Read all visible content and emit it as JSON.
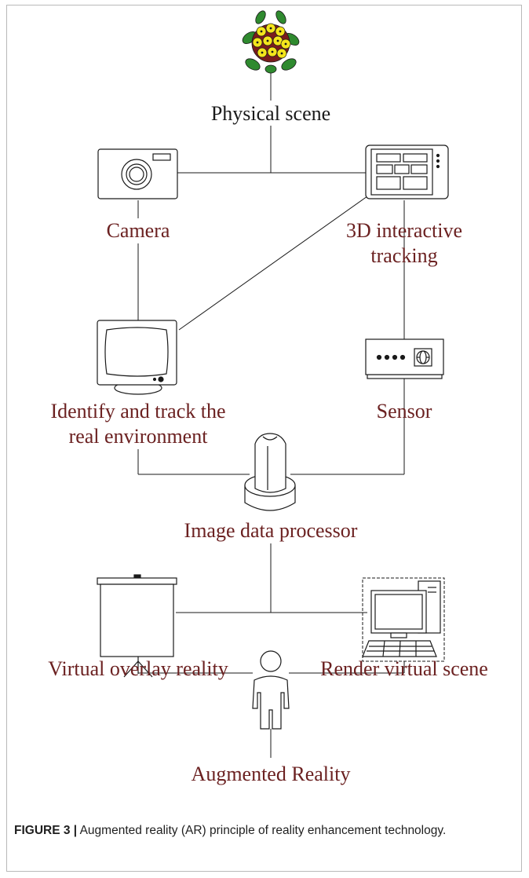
{
  "nodes": {
    "physical_scene": "Physical scene",
    "camera": "Camera",
    "tracking_line1": "3D interactive",
    "tracking_line2": "tracking",
    "identify_line1": "Identify and track the",
    "identify_line2": "real environment",
    "sensor": "Sensor",
    "processor": "Image data processor",
    "overlay": "Virtual overlay reality",
    "render": "Render virtual scene",
    "augmented": "Augmented Reality"
  },
  "caption": {
    "figure_label": "FIGURE 3 |",
    "text": " Augmented reality (AR) principle of reality enhancement technology."
  },
  "colors": {
    "label": "#6b2121",
    "line": "#1a1a1a",
    "flower": "#f4e51c",
    "leaf": "#2f8a2f"
  },
  "icons": [
    "flower-bouquet-icon",
    "camera-icon",
    "tablet-icon",
    "monitor-icon",
    "sensor-box-icon",
    "processor-cylinder-icon",
    "projection-screen-icon",
    "desktop-computer-icon",
    "person-icon"
  ]
}
